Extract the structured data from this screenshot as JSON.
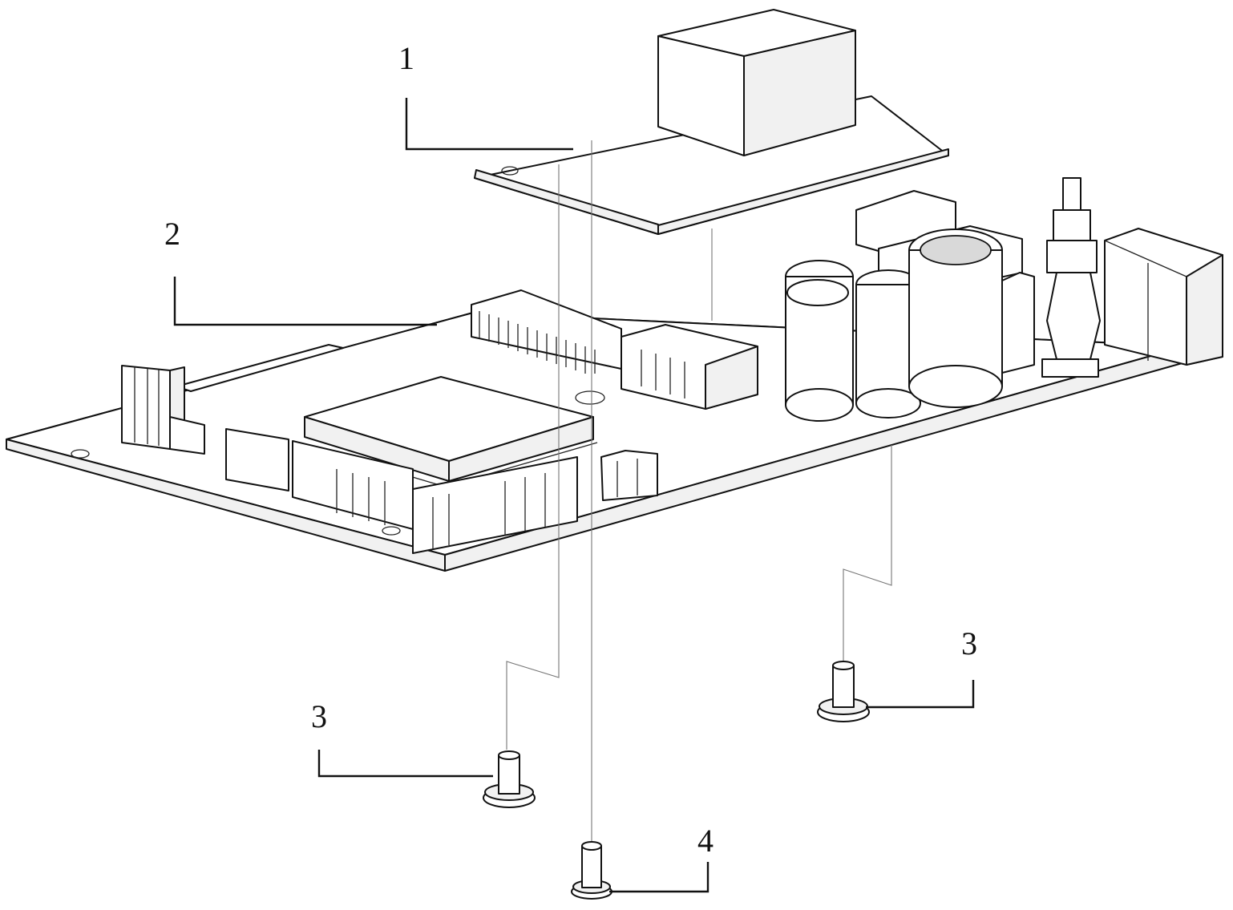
{
  "callouts": {
    "c1": "1",
    "c2": "2",
    "c3a": "3",
    "c3b": "3",
    "c4": "4"
  }
}
